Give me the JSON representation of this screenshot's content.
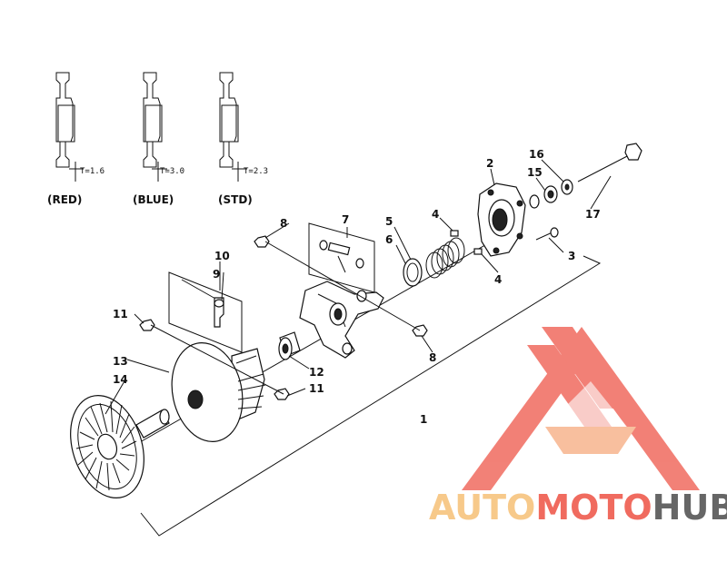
{
  "weights": [
    {
      "label": "(RED)",
      "thickness": "T=1.6"
    },
    {
      "label": "(BLUE)",
      "thickness": "T=3.0"
    },
    {
      "label": "(STD)",
      "thickness": "T=2.3"
    }
  ],
  "callouts": {
    "c1": "1",
    "c2": "2",
    "c3": "3",
    "c4a": "4",
    "c4b": "4",
    "c5": "5",
    "c6": "6",
    "c7": "7",
    "c8a": "8",
    "c8b": "8",
    "c9": "9",
    "c10": "10",
    "c11a": "11",
    "c11b": "11",
    "c12": "12",
    "c13": "13",
    "c14": "14",
    "c15": "15",
    "c16": "16",
    "c17": "17"
  },
  "watermark": {
    "part1": "AUTO",
    "part2": "MOTO",
    "part3": "HUB",
    "color_primary": "#f06b5f",
    "color_secondary": "#f7b58e",
    "color_dark": "#555555"
  }
}
